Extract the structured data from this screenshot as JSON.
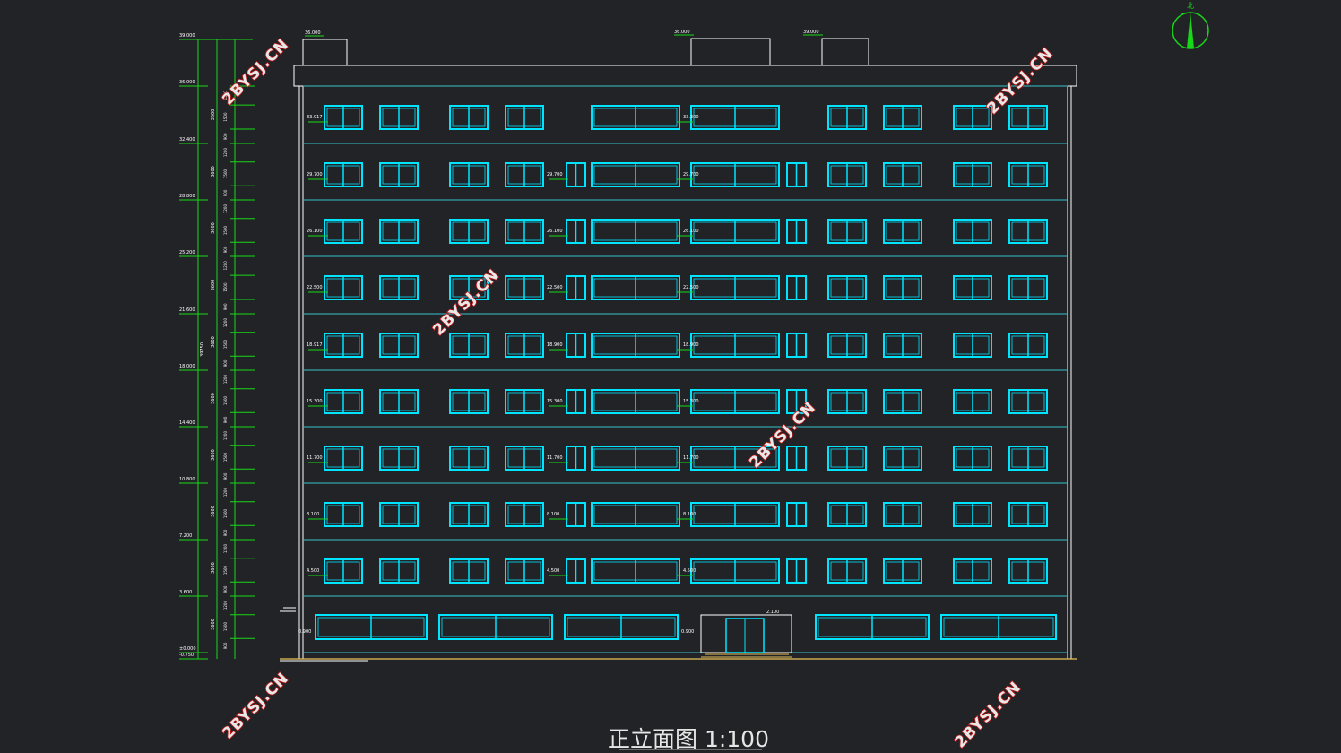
{
  "colors": {
    "background": "#222326",
    "outline": "#ffffff",
    "floor_line": "#39c2cc",
    "window": "#00e5ff",
    "dimension": "#18d818",
    "ground": "#e8c25a",
    "watermark_fill": "#e8e8e8",
    "watermark_stroke": "#c01818"
  },
  "title": "正立面图 1:100",
  "north_label": "北",
  "watermark": "2BYSJ.CN",
  "roof_levels": [
    "36.000",
    "36.000",
    "39.000"
  ],
  "left_elevations": [
    "39.000",
    "36.000",
    "32.400",
    "28.800",
    "25.200",
    "21.600",
    "18.000",
    "14.400",
    "10.800",
    "7.200",
    "3.600",
    "±0.000",
    "-0.750"
  ],
  "left_storey_dims": [
    "3600",
    "3600",
    "3600",
    "3600",
    "3600",
    "3600",
    "3600",
    "3600",
    "3600",
    "3600"
  ],
  "left_sub_dims": [
    "900",
    "1500",
    "1200"
  ],
  "left_total": "39750",
  "floor_levels": [
    {
      "level": "33.917",
      "mid": "33.300"
    },
    {
      "level": "29.700",
      "mid": "29.700"
    },
    {
      "level": "26.100",
      "mid": "26.100"
    },
    {
      "level": "22.500",
      "mid": "22.500"
    },
    {
      "level": "18.917",
      "mid": "18.900"
    },
    {
      "level": "15.300",
      "mid": "15.300"
    },
    {
      "level": "11.700",
      "mid": "11.700"
    },
    {
      "level": "8.100",
      "mid": "8.100"
    },
    {
      "level": "4.500",
      "mid": "4.500"
    }
  ],
  "ground_floor": {
    "left": "0.900",
    "mid": "0.900",
    "door": "2.100"
  }
}
